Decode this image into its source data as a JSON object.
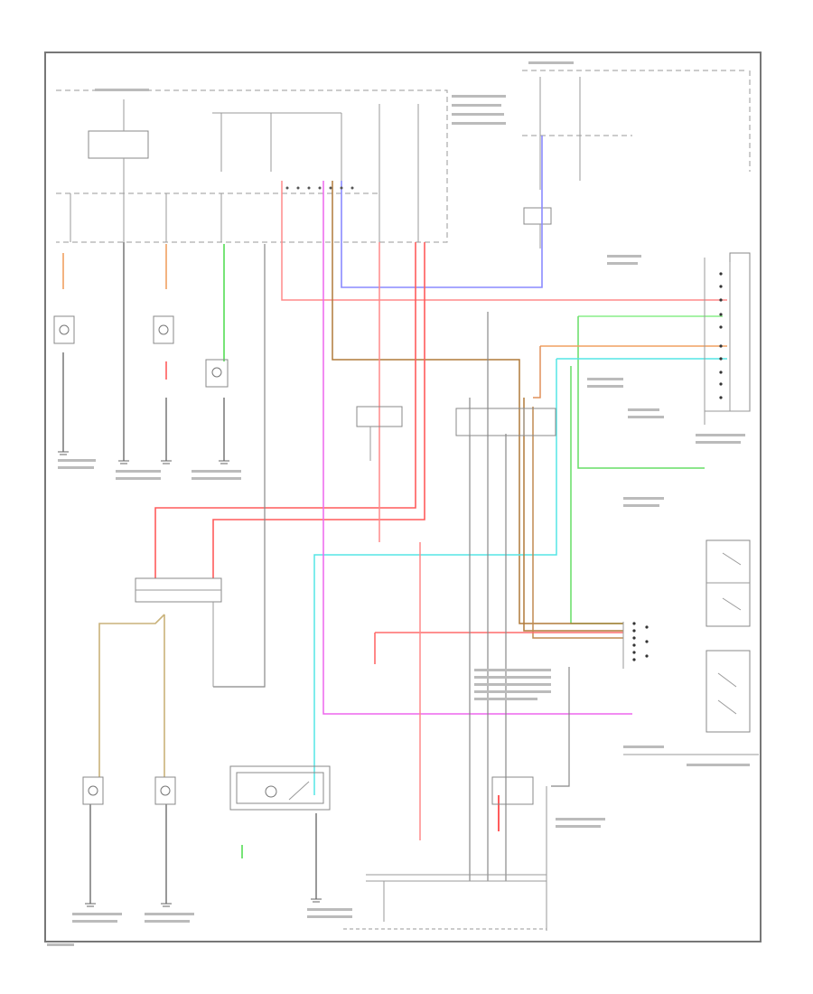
{
  "diagram": {
    "title": "",
    "wire_colors": {
      "red": "#ff5c5c",
      "pink": "#ff8a8a",
      "orange": "#f0a060",
      "brown": "#b07a3a",
      "green": "#55dd55",
      "light_green": "#88ee88",
      "blue": "#8a8aff",
      "cyan": "#55e5e5",
      "magenta": "#ee66ee",
      "tan": "#c9b27a",
      "gray": "#888888",
      "black": "#333333"
    },
    "components": [
      {
        "id": "fuse-relay-box",
        "label": ""
      },
      {
        "id": "ignition-box",
        "label": ""
      },
      {
        "id": "left-front-side-marker",
        "label": ""
      },
      {
        "id": "left-front-turn-light",
        "label": ""
      },
      {
        "id": "right-front-turn-light",
        "label": ""
      },
      {
        "id": "turn-signal-hazard-relay",
        "label": ""
      },
      {
        "id": "hazard-switch",
        "label": ""
      },
      {
        "id": "combination-switch",
        "label": ""
      },
      {
        "id": "gauge-assembly",
        "label": ""
      },
      {
        "id": "left-rear-light",
        "label": ""
      },
      {
        "id": "right-rear-light",
        "label": ""
      },
      {
        "id": "dash-switch",
        "label": ""
      },
      {
        "id": "turn-signal-switch-bottom",
        "label": ""
      },
      {
        "id": "transmission-unit",
        "label": ""
      }
    ]
  }
}
